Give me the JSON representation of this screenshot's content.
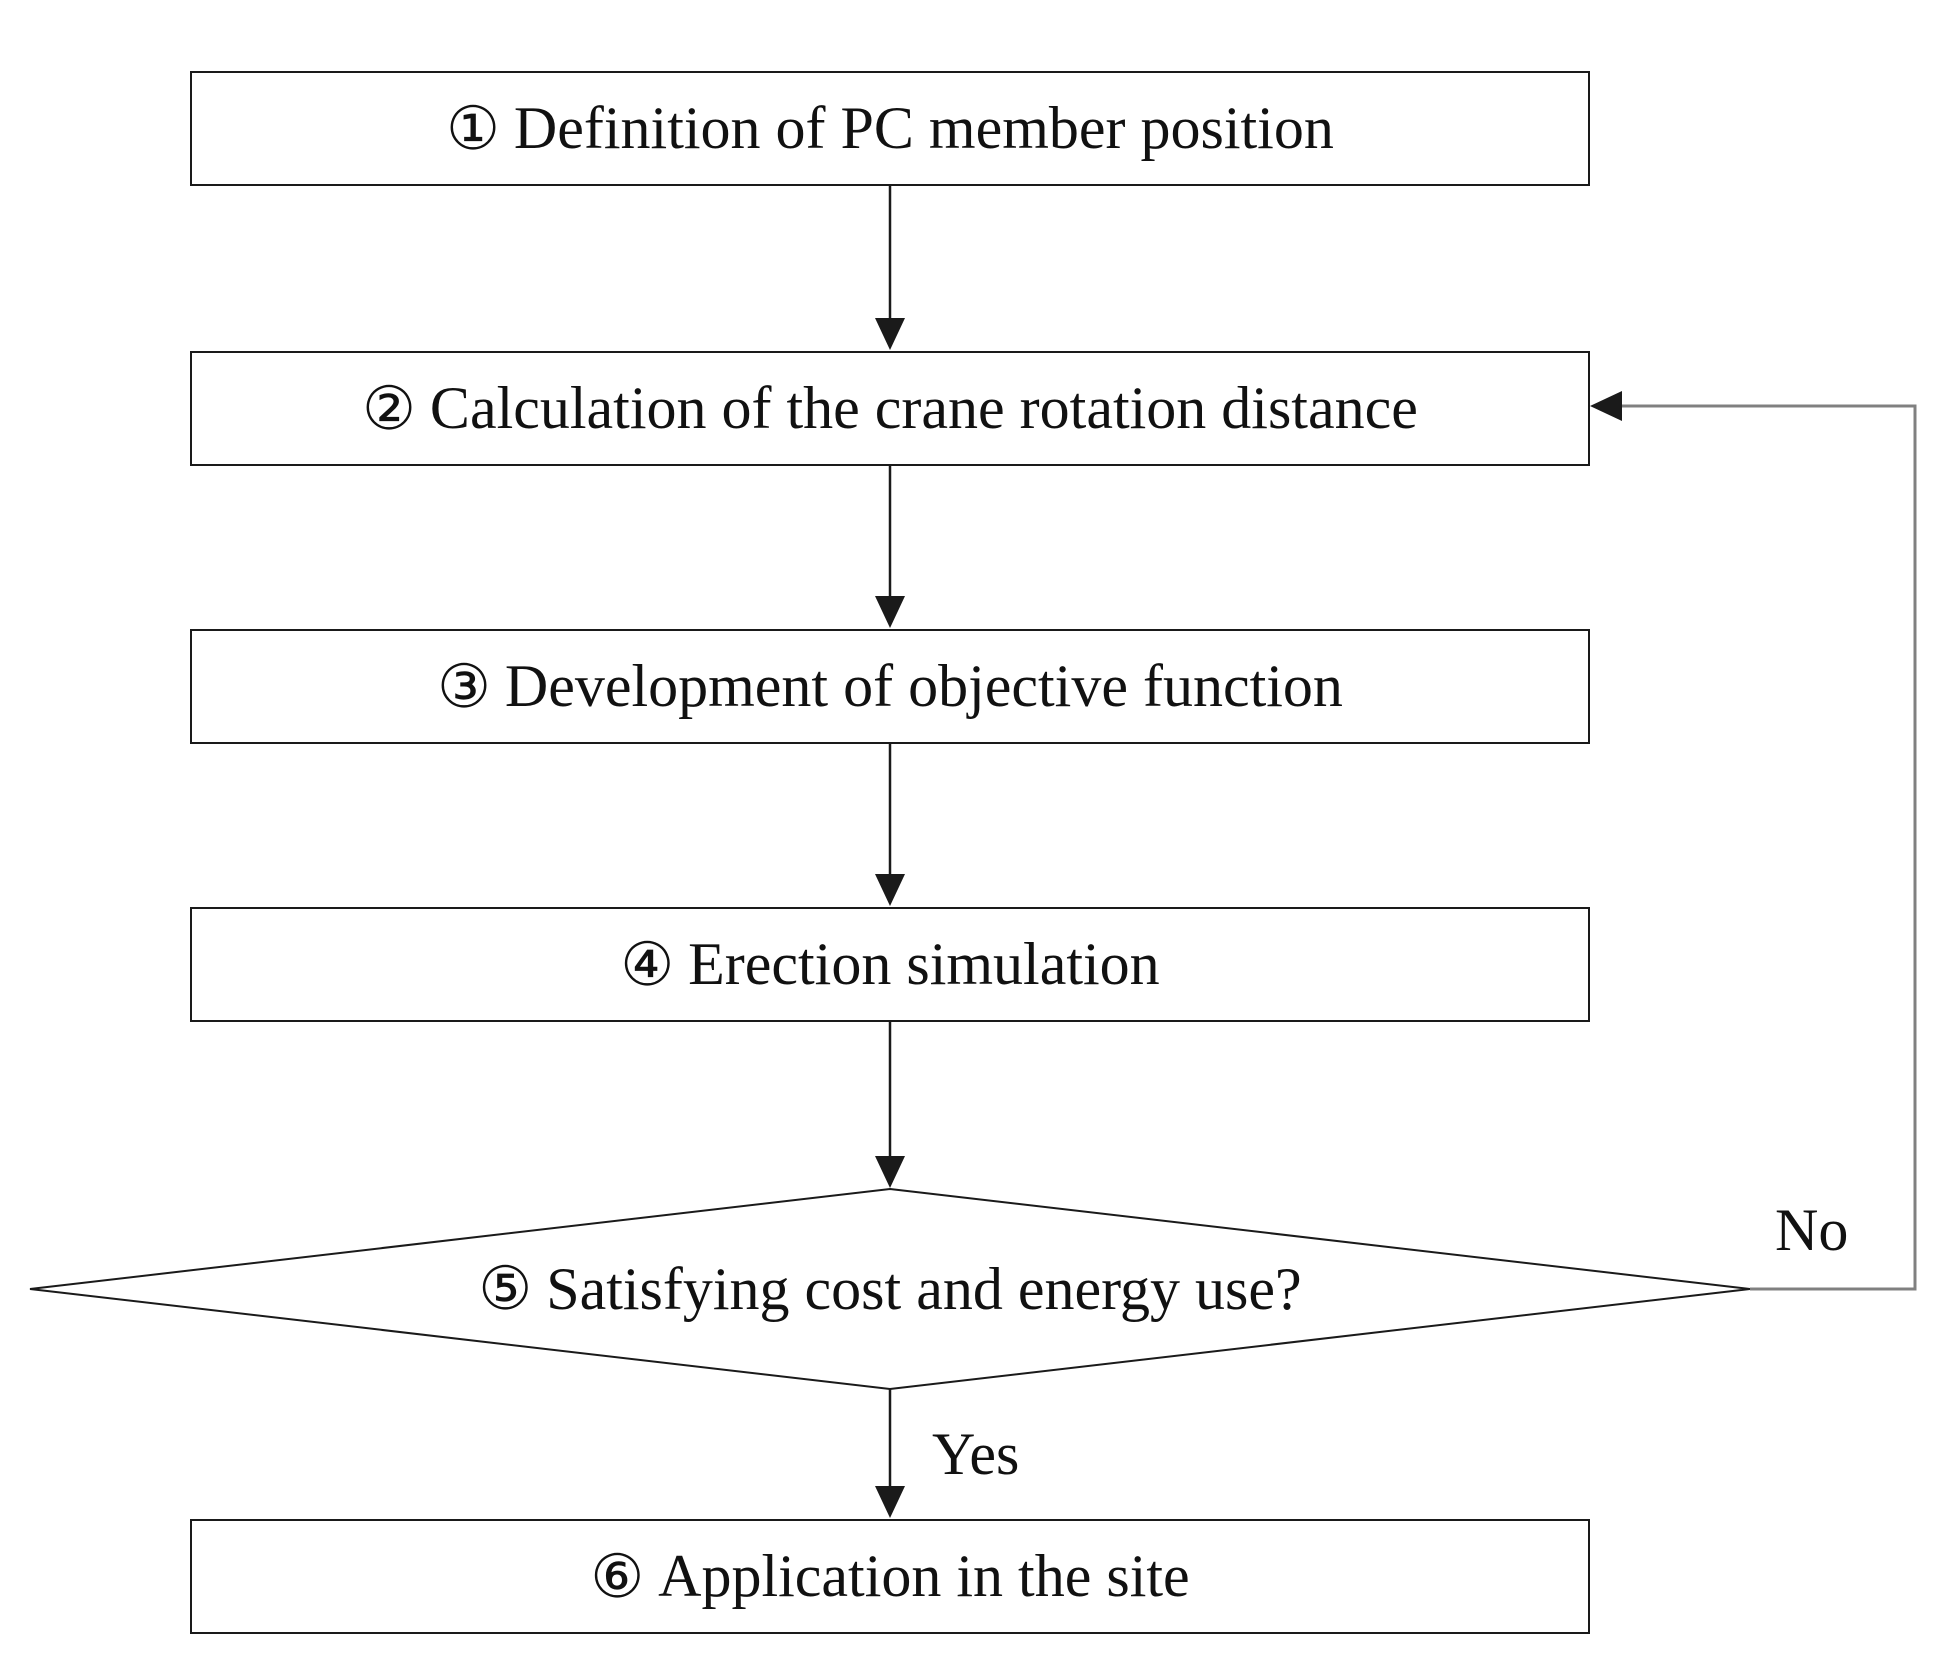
{
  "steps": [
    {
      "number": "①",
      "label": "Definition of PC member position"
    },
    {
      "number": "②",
      "label": "Calculation of the crane rotation distance"
    },
    {
      "number": "③",
      "label": "Development of objective function"
    },
    {
      "number": "④",
      "label": "Erection simulation"
    },
    {
      "number": "⑤",
      "label": "Satisfying cost and energy use?"
    },
    {
      "number": "⑥",
      "label": "Application in the site"
    }
  ],
  "branches": {
    "no": "No",
    "yes": "Yes"
  },
  "colors": {
    "line": "#1a1a1a",
    "loop_line": "#808080",
    "text": "#111111",
    "background": "#ffffff"
  }
}
